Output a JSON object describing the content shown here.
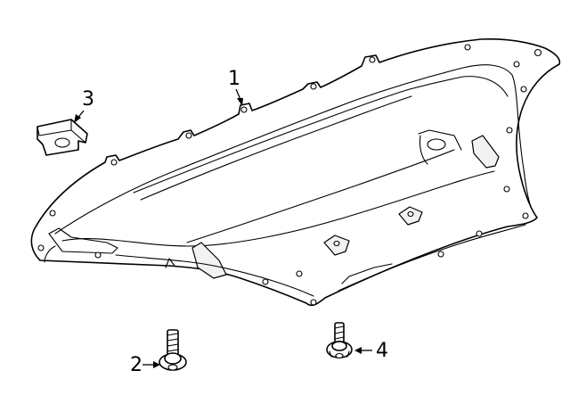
{
  "callouts": {
    "part1": "1",
    "part2": "2",
    "part3": "3",
    "part4": "4"
  },
  "colors": {
    "line": "#000000",
    "background": "#ffffff",
    "shade": "#f2f2f2"
  }
}
